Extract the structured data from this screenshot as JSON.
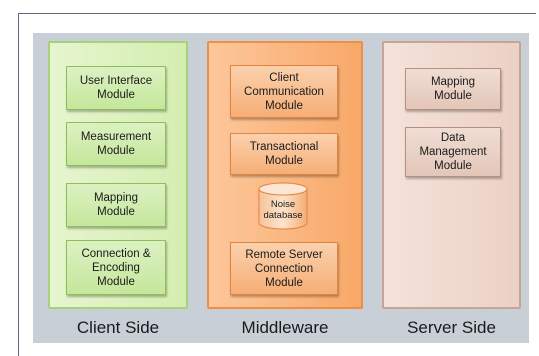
{
  "columns": {
    "client": {
      "label": "Client Side",
      "modules": [
        "User Interface\nModule",
        "Measurement\nModule",
        "Mapping\nModule",
        "Connection &\nEncoding\nModule"
      ]
    },
    "middleware": {
      "label": "Middleware",
      "modules": [
        "Client\nCommunication\nModule",
        "Transactional\nModule",
        "Remote Server\nConnection\nModule"
      ],
      "database": "Noise\ndatabase"
    },
    "server": {
      "label": "Server Side",
      "modules": [
        "Mapping\nModule",
        "Data\nManagement\nModule"
      ]
    }
  },
  "colors": {
    "client_fill": "#d4eeb0",
    "middleware_fill": "#f8a868",
    "server_fill": "#ebd1c5",
    "background": "#c9cfd6"
  }
}
